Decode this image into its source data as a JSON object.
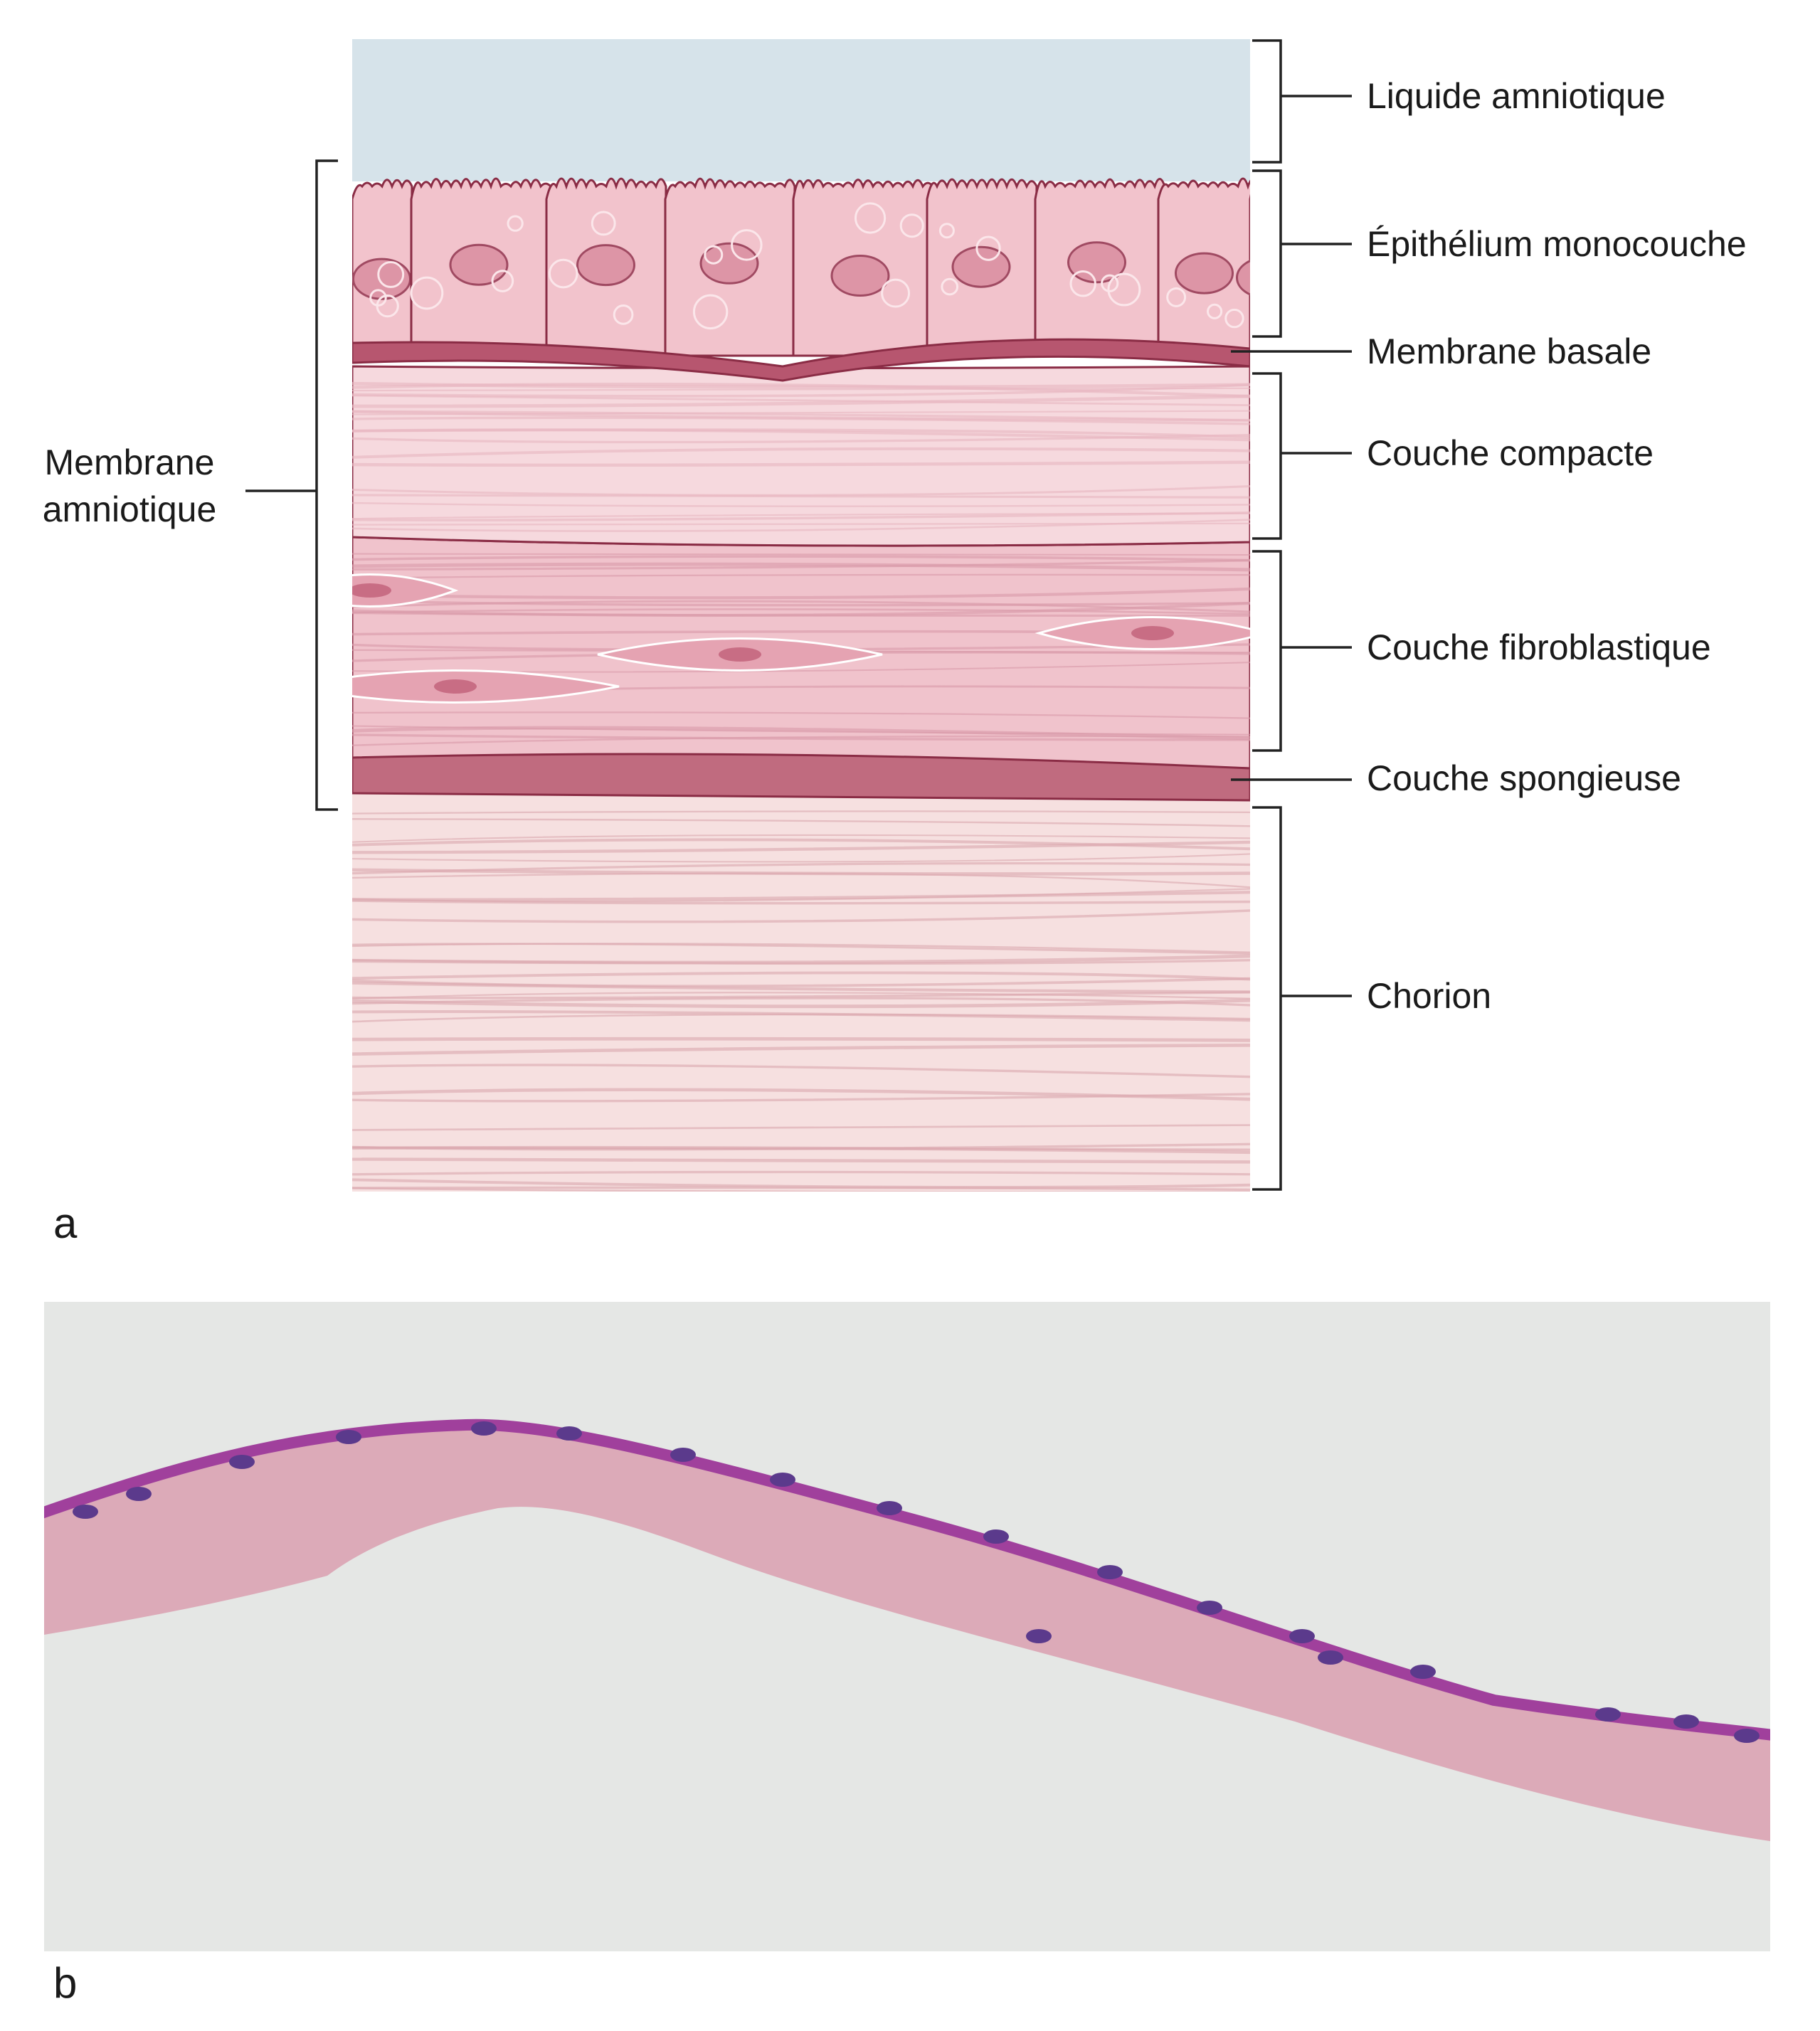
{
  "panel_a": {
    "letter": "a",
    "left_label": [
      "Membrane",
      "amniotique"
    ],
    "labels": {
      "liquid": "Liquide amniotique",
      "epithelium": "Épithélium monocouche",
      "basal": "Membrane basale",
      "compact": "Couche compacte",
      "fibro": "Couche fibroblastique",
      "spongy": "Couche spongieuse",
      "chorion": "Chorion"
    }
  },
  "panel_b": {
    "letter": "b"
  },
  "colors": {
    "liquid": "#d6e3ea",
    "epithelium": "#f2c3cc",
    "basal": "#b7566f",
    "compact": "#f6d9de",
    "fibro": "#f0c3cc",
    "spongy": "#c06b7f",
    "chorion": "#f6e0e0",
    "photo_bg": "#e5e7e5",
    "tissue": "#d9a6b6",
    "epithelial_stain": "#a0409c"
  }
}
